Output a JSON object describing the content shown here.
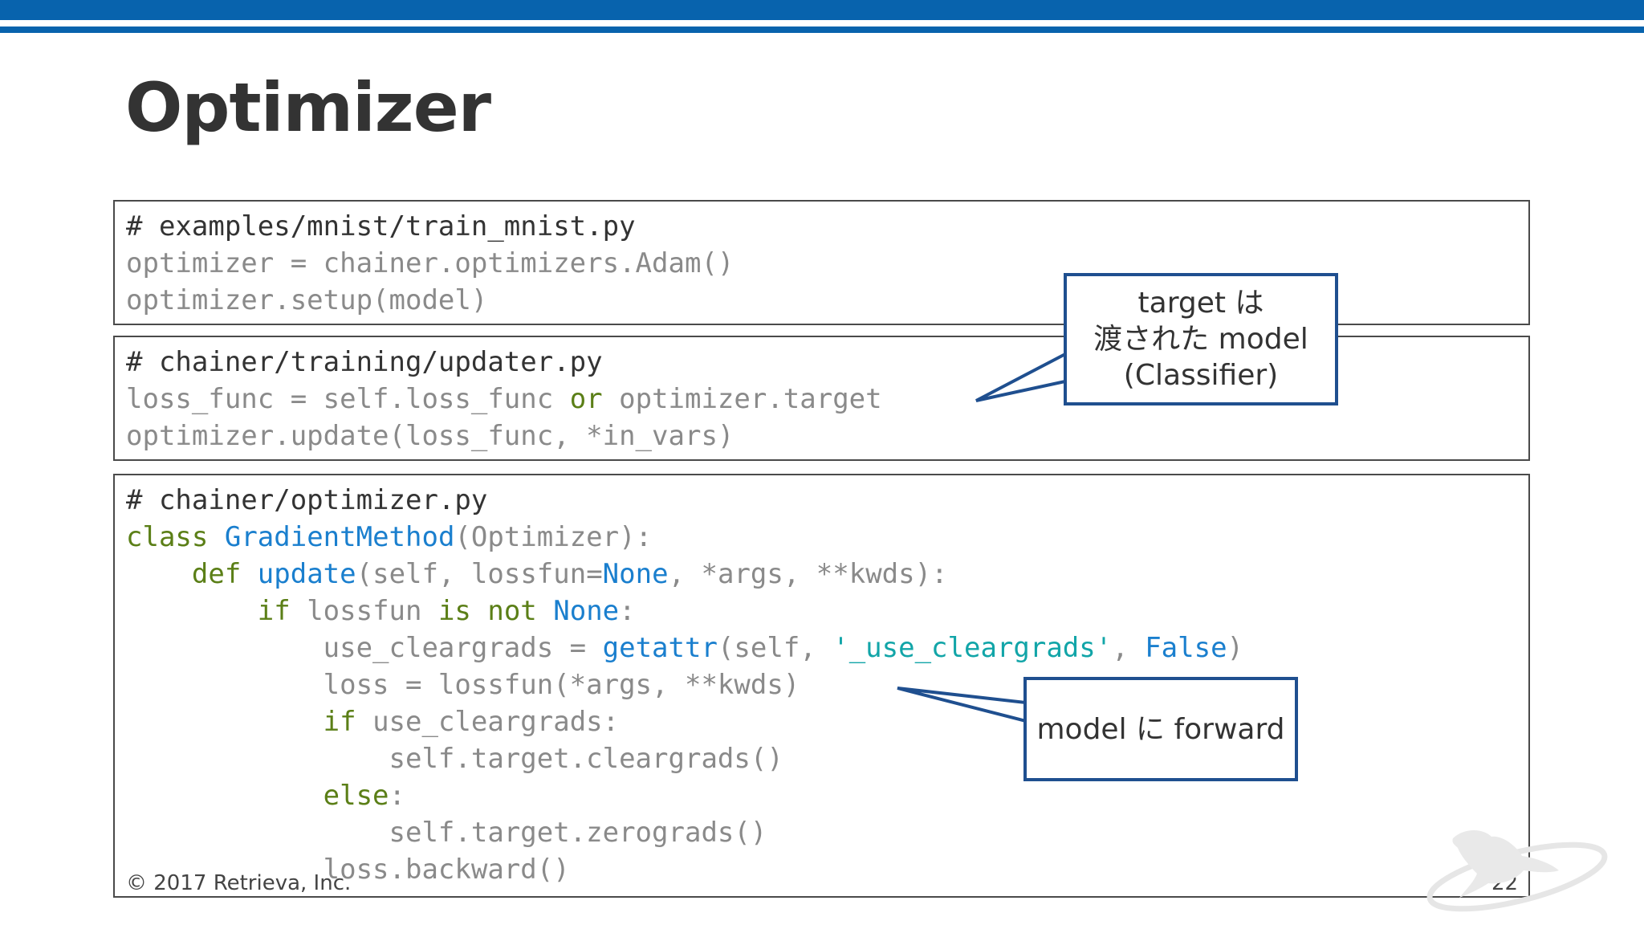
{
  "slide": {
    "title": "Optimizer",
    "page_number": "22",
    "copyright": "© 2017 Retrieva, Inc."
  },
  "code_block_1": {
    "line1": "# examples/mnist/train_mnist.py",
    "line2": "optimizer = chainer.optimizers.Adam()",
    "line3": "optimizer.setup(model)"
  },
  "code_block_2": {
    "line1": "# chainer/training/updater.py",
    "line2_a": "loss_func = self.loss_func ",
    "line2_kw": "or",
    "line2_b": " optimizer.target",
    "line3": "optimizer.update(loss_func, *in_vars)"
  },
  "code_block_3": {
    "line1": "# chainer/optimizer.py",
    "l2_kw": "class",
    "l2_sp": " ",
    "l2_fn": "GradientMethod",
    "l2_rest": "(Optimizer):",
    "l3_indent": "    ",
    "l3_kw": "def",
    "l3_sp": " ",
    "l3_fn": "update",
    "l3_a": "(self, lossfun=",
    "l3_none": "None",
    "l3_b": ", *args, **kwds):",
    "l4_indent": "        ",
    "l4_kw1": "if",
    "l4_a": " lossfun ",
    "l4_kw2": "is not",
    "l4_sp": " ",
    "l4_none": "None",
    "l4_b": ":",
    "l5_indent": "            ",
    "l5_a": "use_cleargrads = ",
    "l5_fn": "getattr",
    "l5_b": "(self, ",
    "l5_str": "'_use_cleargrads'",
    "l5_c": ", ",
    "l5_false": "False",
    "l5_d": ")",
    "l6": "            loss = lossfun(*args, **kwds)",
    "l7_indent": "            ",
    "l7_kw": "if",
    "l7_rest": " use_cleargrads:",
    "l8": "                self.target.cleargrads()",
    "l9_indent": "            ",
    "l9_kw": "else",
    "l9_rest": ":",
    "l10": "                self.target.zerograds()",
    "l11": "            loss.backward()"
  },
  "callouts": {
    "target": {
      "line1": "target は",
      "line2": "渡された model",
      "line3": "(Classifier)"
    },
    "forward": {
      "line1": "model に forward"
    }
  },
  "colors": {
    "accent_bar": "#0863ad",
    "callout_border": "#1f4f8f",
    "keyword": "#5b7f17",
    "function": "#1a7fce",
    "string": "#12a5a8"
  },
  "icons": {
    "logo": "retrieva-otter-logo"
  }
}
